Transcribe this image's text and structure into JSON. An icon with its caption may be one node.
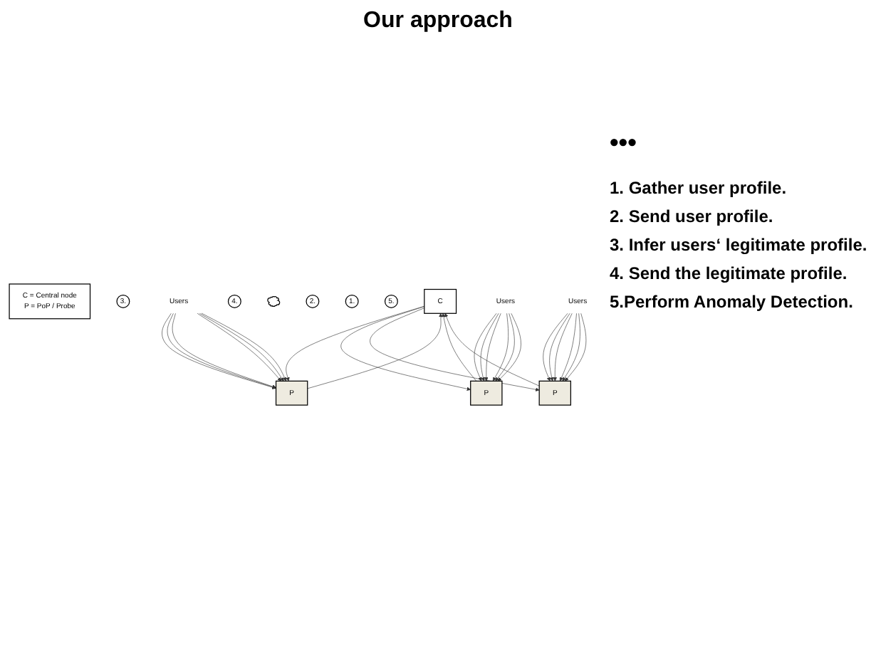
{
  "diagram": {
    "title": "Our approach",
    "nodes": [
      {
        "text": [
          "C = Central node",
          "P = PoP / Probe"
        ]
      },
      {
        "text": [
          "3."
        ]
      },
      {
        "text": [
          "C"
        ]
      },
      {
        "text": [
          "4."
        ]
      },
      {
        "text": [],
        "shape": "cloud"
      },
      {
        "text": [
          "2."
        ]
      },
      {
        "text": [
          "1."
        ]
      },
      {
        "text": [
          "P"
        ]
      },
      {
        "text": [
          "P"
        ]
      },
      {
        "text": [
          "P"
        ]
      },
      {
        "text": [
          "5."
        ]
      },
      {
        "text": [
          "Users"
        ]
      },
      {
        "text": [
          "Users"
        ]
      },
      {
        "text": [
          "Users"
        ]
      }
    ],
    "edges": [
      {
        "from": 7,
        "to": 2,
        "arrow": "to"
      },
      {
        "from": 2,
        "to": 7,
        "arrow": "to"
      },
      {
        "from": 8,
        "to": 2,
        "arrow": "to"
      },
      {
        "from": 2,
        "to": 8,
        "arrow": "to"
      },
      {
        "from": 9,
        "to": 2,
        "arrow": "to"
      },
      {
        "from": 2,
        "to": 9,
        "arrow": "to"
      },
      {
        "from": 11,
        "to": 7,
        "arrow": "to"
      },
      {
        "from": 11,
        "to": 7,
        "arrow": "to"
      },
      {
        "from": 11,
        "to": 7,
        "arrow": "to"
      },
      {
        "from": 11,
        "to": 7,
        "arrow": "to"
      },
      {
        "from": 11,
        "to": 7,
        "arrow": "to"
      },
      {
        "from": 11,
        "to": 7,
        "arrow": "to"
      },
      {
        "from": 12,
        "to": 8,
        "arrow": "to"
      },
      {
        "from": 12,
        "to": 8,
        "arrow": "to"
      },
      {
        "from": 12,
        "to": 8,
        "arrow": "to"
      },
      {
        "from": 12,
        "to": 8,
        "arrow": "to"
      },
      {
        "from": 12,
        "to": 8,
        "arrow": "to"
      },
      {
        "from": 12,
        "to": 8,
        "arrow": "to"
      },
      {
        "from": 13,
        "to": 9,
        "arrow": "to"
      },
      {
        "from": 13,
        "to": 9,
        "arrow": "to"
      },
      {
        "from": 13,
        "to": 9,
        "arrow": "to"
      },
      {
        "from": 13,
        "to": 9,
        "arrow": "to"
      },
      {
        "from": 13,
        "to": 9,
        "arrow": "to"
      },
      {
        "from": 13,
        "to": 9,
        "arrow": "to"
      }
    ],
    "labels": [
      "•••",
      "1. Gather user profile.",
      "2. Send user profile.",
      "3. Infer users‘ legitimate profile.",
      "4. Send the legitimate profile.",
      "5.Perform Anomaly Detection."
    ]
  }
}
